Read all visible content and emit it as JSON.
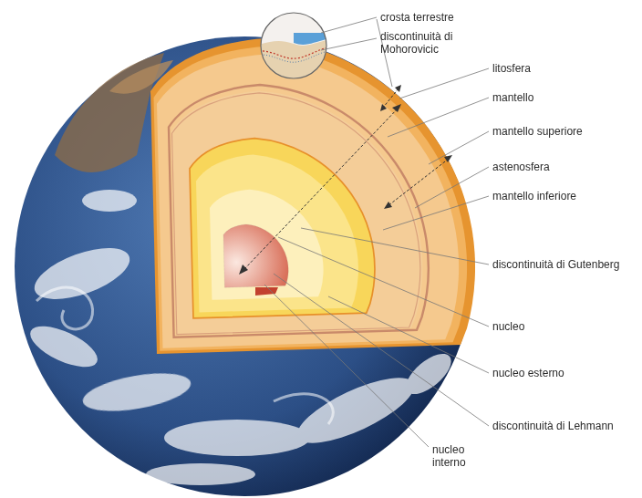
{
  "diagram": {
    "labels": [
      "crosta terrestre",
      "discontinuità di Mohorovicic",
      "litosfera",
      "mantello",
      "mantello superiore",
      "astenosfera",
      "mantello inferiore",
      "discontinuità di Gutenberg",
      "nucleo",
      "nucleo esterno",
      "discontinuità di Lehmann",
      "nucleo interno"
    ]
  }
}
